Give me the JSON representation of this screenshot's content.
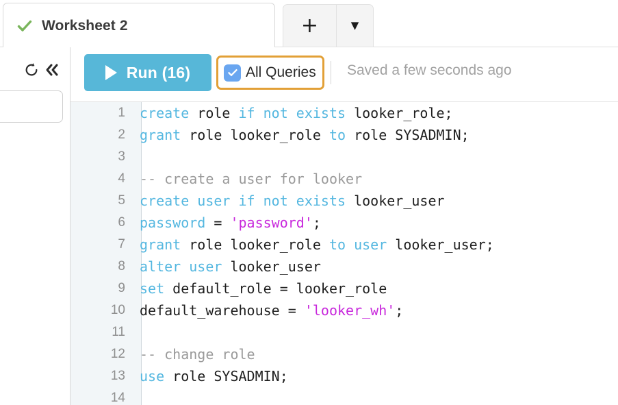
{
  "tabs": {
    "active": {
      "title": "Worksheet 2",
      "status_icon": "check-icon",
      "status_color": "#7ab55c"
    },
    "add_label": "+",
    "menu_label": "▼"
  },
  "left_panel": {
    "refresh_icon": "refresh-icon",
    "collapse_icon": "double-chevron-left-icon",
    "collapse_glyph": "«",
    "search_value": "",
    "search_placeholder": ""
  },
  "toolbar": {
    "run_label": "Run (16)",
    "run_color": "#57b7d8",
    "play_icon": "play-icon",
    "all_queries_label": "All Queries",
    "all_queries_checked": true,
    "checkbox_color": "#6aa6f0",
    "highlight_color": "#e2a037",
    "saved_status": "Saved a few seconds ago"
  },
  "editor": {
    "language": "sql",
    "gutter_background": "#f2f6f8",
    "keyword_color": "#54b7e0",
    "string_color": "#c828dc",
    "comment_color": "#9a9a9a",
    "text_color": "#1f1f1f",
    "lines": [
      {
        "n": "1",
        "tokens": [
          {
            "t": "create",
            "c": "kw"
          },
          {
            "t": " role ",
            "c": "pl"
          },
          {
            "t": "if not exists",
            "c": "kw"
          },
          {
            "t": " looker_role;",
            "c": "pl"
          }
        ]
      },
      {
        "n": "2",
        "tokens": [
          {
            "t": "grant",
            "c": "kw"
          },
          {
            "t": " role looker_role ",
            "c": "pl"
          },
          {
            "t": "to",
            "c": "kw"
          },
          {
            "t": " role SYSADMIN;",
            "c": "pl"
          }
        ]
      },
      {
        "n": "3",
        "tokens": []
      },
      {
        "n": "4",
        "tokens": [
          {
            "t": "-- create a user for looker",
            "c": "cm"
          }
        ]
      },
      {
        "n": "5",
        "tokens": [
          {
            "t": "create user",
            "c": "kw"
          },
          {
            "t": " ",
            "c": "pl"
          },
          {
            "t": "if not exists",
            "c": "kw"
          },
          {
            "t": " looker_user",
            "c": "pl"
          }
        ]
      },
      {
        "n": "6",
        "tokens": [
          {
            "t": "password",
            "c": "kw"
          },
          {
            "t": " = ",
            "c": "pl"
          },
          {
            "t": "'password'",
            "c": "str"
          },
          {
            "t": ";",
            "c": "pl"
          }
        ]
      },
      {
        "n": "7",
        "tokens": [
          {
            "t": "grant",
            "c": "kw"
          },
          {
            "t": " role looker_role ",
            "c": "pl"
          },
          {
            "t": "to user",
            "c": "kw"
          },
          {
            "t": " looker_user;",
            "c": "pl"
          }
        ]
      },
      {
        "n": "8",
        "tokens": [
          {
            "t": "alter user",
            "c": "kw"
          },
          {
            "t": " looker_user",
            "c": "pl"
          }
        ]
      },
      {
        "n": "9",
        "tokens": [
          {
            "t": "set",
            "c": "kw"
          },
          {
            "t": " default_role = looker_role",
            "c": "pl"
          }
        ]
      },
      {
        "n": "10",
        "tokens": [
          {
            "t": "default_warehouse = ",
            "c": "pl"
          },
          {
            "t": "'looker_wh'",
            "c": "str"
          },
          {
            "t": ";",
            "c": "pl"
          }
        ]
      },
      {
        "n": "11",
        "tokens": []
      },
      {
        "n": "12",
        "tokens": [
          {
            "t": "-- change role",
            "c": "cm"
          }
        ]
      },
      {
        "n": "13",
        "tokens": [
          {
            "t": "use",
            "c": "kw"
          },
          {
            "t": " role SYSADMIN;",
            "c": "pl"
          }
        ]
      },
      {
        "n": "14",
        "tokens": []
      }
    ]
  }
}
